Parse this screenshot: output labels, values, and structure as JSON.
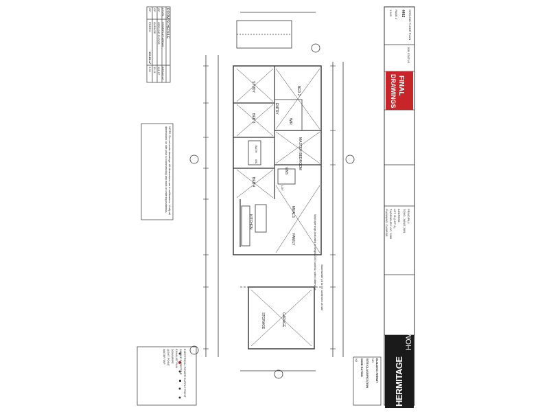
{
  "room_schedule": {
    "title": "ROOM SCHEDULE",
    "headers": [
      "LEVEL",
      "ZONE/FLAT AREAS",
      "AREAS m²"
    ],
    "rows": [
      [
        "GF",
        "GROUND FLOOR",
        "151.97"
      ],
      [
        "GF",
        "GARAGE",
        "35.11"
      ],
      [
        "GF",
        "PORCH",
        "3.54"
      ]
    ],
    "total": "190.63 m²"
  },
  "rooms": {
    "study": "STUDY",
    "bed2": "BED 2",
    "bed3": "BED 3",
    "entry": "ENTRY",
    "bed4": "BED 4",
    "master": "MASTER BEDROOM",
    "wir": "WIR",
    "ens": "ENS",
    "kitchen": "KITCHEN",
    "meals": "MEALS",
    "family": "FAMILY",
    "storage": "STORAGE",
    "garage": "GARAGE",
    "bath": "BATH",
    "wc": "WC",
    "ldy": "LDY"
  },
  "branding": {
    "company_a": "HERMITAGE",
    "company_b": "HOMES",
    "stamp_line1": "FINAL",
    "stamp_line2": "DRAWINGS",
    "job_status": "JOB STATUS"
  },
  "client": {
    "label": "PRINCIPAL:",
    "name": "TONG, JIANG JIAN",
    "address_label": "ADDRESS:",
    "street": "LOT 11 (LOT 4),",
    "suburb": "THORNBURY VIC, 3385",
    "council": "PLANNING: CAMPSIE"
  },
  "title_block": {
    "sheet": "4492",
    "page": "PAGE 2",
    "scale": "1:100",
    "drawing": "GROUND FLOOR PLAN"
  },
  "notes": {
    "general": "NOTE: Do not scale drawings. All dimensions are in millimetres. Verify all dimensions on site prior to commencing any work or ordering materials.",
    "drainage": "Stormwater pit to be confirmed on site",
    "wall": "Wall openings indicated to height 2100 unless noted otherwise"
  },
  "legend_items": [
    "ELECTRICAL POWER SUPPLY POINT",
    "SMOKE DETECTOR",
    "EXHAUST FAN",
    "DOWNPIPE",
    "LIGHT POINT",
    "WATER TAP"
  ],
  "approval": {
    "line1": "BUILDING PERMIT",
    "line2": "NO.",
    "line3": "SITE CLASSIFICATION",
    "line4": "WIND RATING",
    "line5": "N2"
  }
}
